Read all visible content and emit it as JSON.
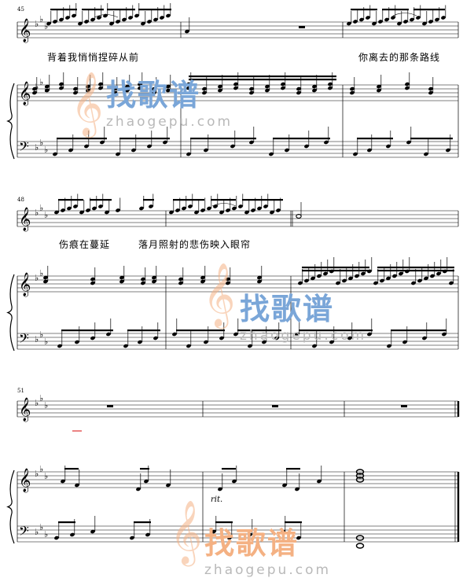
{
  "measure_numbers": {
    "s1": "45",
    "s2": "48",
    "s3": "51"
  },
  "lyrics": {
    "s1_a": "背着我悄悄捏碎从前",
    "s1_b": "你离去的那条路线",
    "s2_a": "伤痕在蔓延",
    "s2_b": "落月照射的悲伤映入眼帘"
  },
  "markings": {
    "rit": "rit."
  },
  "watermark": {
    "cn": "找歌谱",
    "url": "zhaogepu.com"
  },
  "colors": {
    "staff": "#000000",
    "wm_orange": "#f4b183",
    "wm_blue": "#7aa6d8",
    "red_mark": "#e03030"
  }
}
